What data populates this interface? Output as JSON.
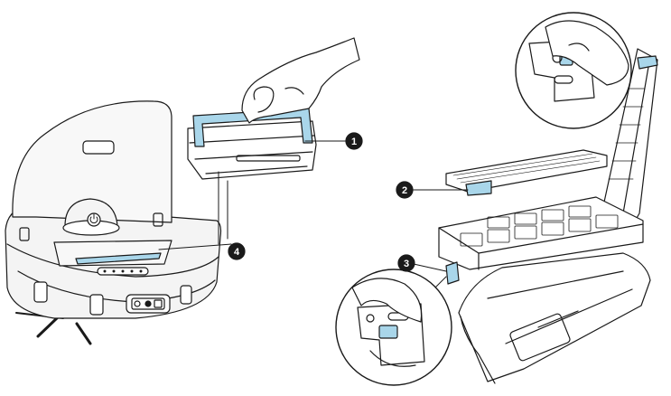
{
  "diagram": {
    "callouts": [
      {
        "id": "callout-1",
        "label": "1"
      },
      {
        "id": "callout-2",
        "label": "2"
      },
      {
        "id": "callout-3",
        "label": "3"
      },
      {
        "id": "callout-4",
        "label": "4"
      }
    ],
    "colors": {
      "line": "#1a1a1a",
      "highlight": "#a9d6ea",
      "robot_body": "#f4f4f4",
      "callout_fill": "#1a1a1a"
    }
  }
}
